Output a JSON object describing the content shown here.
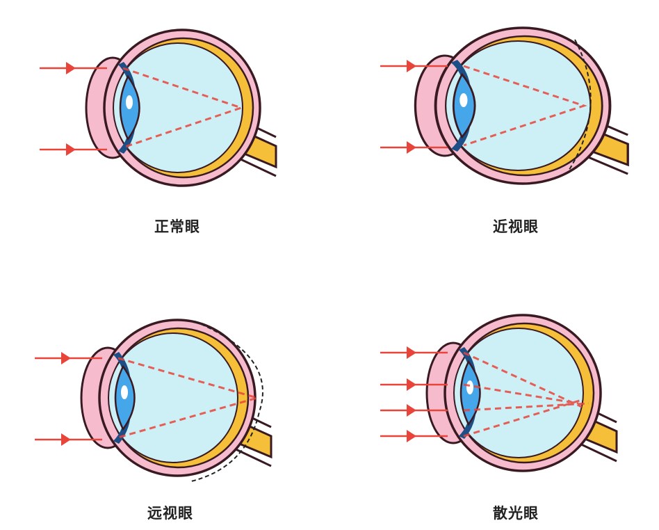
{
  "colors": {
    "sclera": "#f6bccd",
    "outline": "#3a1a22",
    "choroid": "#f6bf3a",
    "vitreous": "#cdf0f6",
    "lens": "#46a6ea",
    "iris": "#1d4f86",
    "ray": "#e8443a"
  },
  "panels": [
    {
      "id": "normal",
      "label": "正常眼",
      "condition": "normal"
    },
    {
      "id": "myopia",
      "label": "近视眼",
      "condition": "myopia"
    },
    {
      "id": "hyperopia",
      "label": "远视眼",
      "condition": "hyperopia"
    },
    {
      "id": "astigmatism",
      "label": "散光眼",
      "condition": "astigmatism"
    }
  ]
}
